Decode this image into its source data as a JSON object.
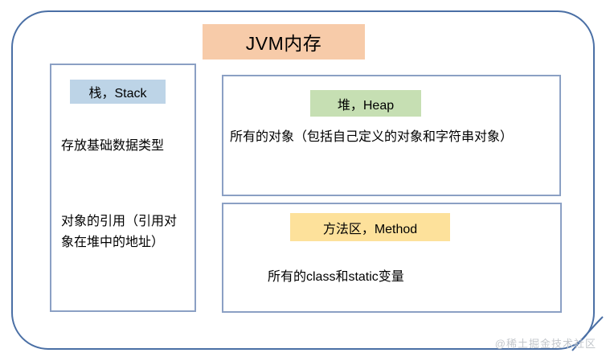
{
  "diagram": {
    "title": "JVM内存",
    "colors": {
      "frame_border": "#4a6fa5",
      "panel_border": "#8ba0c4",
      "title_chip_bg": "#f7cba9",
      "stack_chip_bg": "#bdd4e7",
      "heap_chip_bg": "#c6dfb3",
      "method_chip_bg": "#fde19b",
      "watermark": "#c3c7cc"
    },
    "panels": {
      "stack": {
        "label": "栈，Stack",
        "paragraphs": [
          "存放基础数据类型",
          "对象的引用（引用对象在堆中的地址）"
        ]
      },
      "heap": {
        "label": "堆，Heap",
        "paragraphs": [
          "所有的对象（包括自己定义的对象和字符串对象）"
        ]
      },
      "method": {
        "label": "方法区，Method",
        "paragraphs": [
          "所有的class和static变量"
        ]
      }
    },
    "watermark": "@稀土掘金技术社区"
  }
}
